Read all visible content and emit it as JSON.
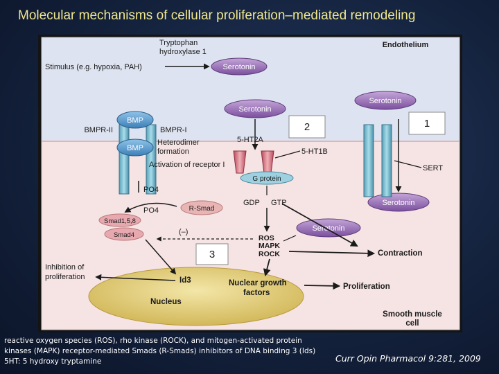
{
  "slide": {
    "title": "Molecular mechanisms of cellular proliferation–mediated remodeling",
    "caption": "reactive oxygen species (ROS), rho kinase (ROCK), and mitogen-activated protein kinases (MAPK) receptor-mediated Smads (R-Smads) inhibitors of DNA binding 3 (Ids) 5HT: 5 hydroxy tryptamine",
    "citation": "Curr Opin Pharmacol 9:281, 2009"
  },
  "diagram": {
    "endothelium": "Endothelium",
    "tph_line1": "Tryptophan",
    "tph_line2": "hydroxylase 1",
    "stimulus": "Stimulus (e.g. hypoxia, PAH)",
    "serotonin": "Serotonin",
    "bmp": "BMP",
    "bmpr2": "BMPR-II",
    "bmpr1": "BMPR-I",
    "heterodimer1": "Heterodimer",
    "heterodimer2": "formation",
    "activation": "Activation of receptor I",
    "po4": "PO4",
    "r_smad": "R-Smad",
    "smad158": "Smad1,5,8",
    "smad4": "Smad4",
    "minus": "(–)",
    "ht2a": "5-HT2A",
    "ht1b": "5-HT1B",
    "sert": "SERT",
    "gprotein": "G protein",
    "gdp": "GDP",
    "gtp": "GTP",
    "ros": "ROS",
    "mapk": "MAPK",
    "rock": "ROCK",
    "contraction": "Contraction",
    "inhibition1": "Inhibition of",
    "inhibition2": "proliferation",
    "id3": "Id3",
    "ngf1": "Nuclear growth",
    "ngf2": "factors",
    "nucleus": "Nucleus",
    "proliferation": "Proliferation",
    "smc1": "Smooth muscle",
    "smc2": "cell",
    "label1": "1",
    "label2": "2",
    "label3": "3"
  }
}
